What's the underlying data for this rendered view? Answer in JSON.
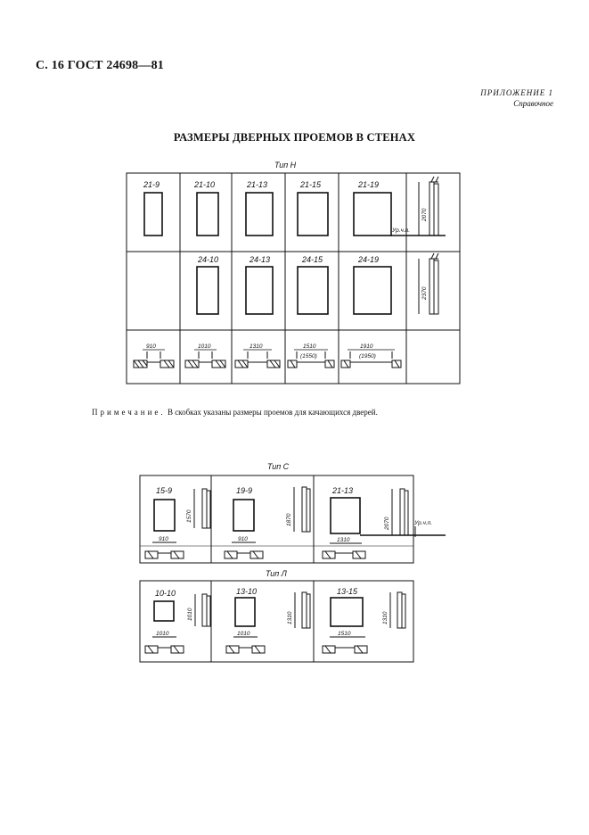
{
  "header": {
    "doc_ref": "С. 16 ГОСТ 24698—81"
  },
  "appendix": {
    "label": "ПРИЛОЖЕНИЕ 1",
    "sublabel": "Справочное"
  },
  "title": "РАЗМЕРЫ ДВЕРНЫХ ПРОЕМОВ В СТЕНАХ",
  "note": {
    "prefix": "Примечание.",
    "text": " В скобках указаны размеры проемов для качающихся дверей."
  },
  "type_h": {
    "label": "Тип Н",
    "row1": [
      "21-9",
      "21-10",
      "21-13",
      "21-15",
      "21-19"
    ],
    "row2": [
      "24-10",
      "24-13",
      "24-15",
      "24-19"
    ],
    "widths": [
      "910",
      "1010",
      "1310",
      "1510",
      "1910"
    ],
    "widths_alt": [
      "(1550)",
      "(1950)"
    ],
    "height1": "2070",
    "height2": "2370",
    "floor_level": "Ур.ч.п."
  },
  "type_c": {
    "label": "Тип С",
    "doors": [
      "15-9",
      "19-9",
      "21-13"
    ],
    "heights": [
      "1570",
      "1870",
      "2070"
    ],
    "widths": [
      "910",
      "910",
      "1310"
    ],
    "floor_level": "Ур.ч.п."
  },
  "type_l": {
    "label": "Тип Л",
    "doors": [
      "10-10",
      "13-10",
      "13-15"
    ],
    "heights": [
      "1010",
      "1310",
      "1310"
    ],
    "widths": [
      "1010",
      "1010",
      "1510"
    ]
  }
}
